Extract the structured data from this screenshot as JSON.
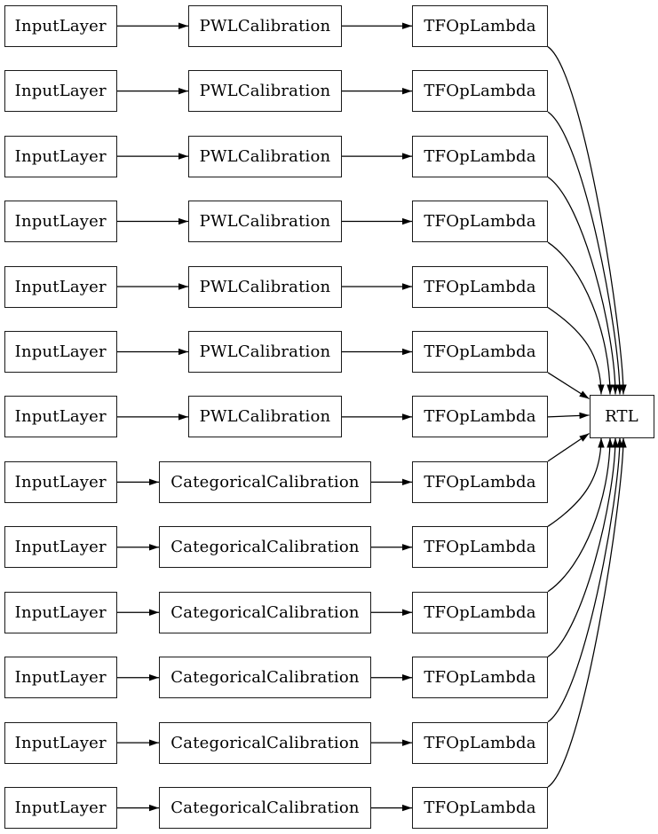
{
  "diagram": {
    "kind": "keras-model-plot",
    "background_color": "#ffffff",
    "edge_color": "#000000",
    "node_border_color": "#1a1a1a",
    "node_fill_color": "#ffffff",
    "text_color": "#000000",
    "rtl_label": "RTL",
    "rows": [
      {
        "input": "InputLayer",
        "calibration": "PWLCalibration",
        "lambda": "TFOpLambda"
      },
      {
        "input": "InputLayer",
        "calibration": "PWLCalibration",
        "lambda": "TFOpLambda"
      },
      {
        "input": "InputLayer",
        "calibration": "PWLCalibration",
        "lambda": "TFOpLambda"
      },
      {
        "input": "InputLayer",
        "calibration": "PWLCalibration",
        "lambda": "TFOpLambda"
      },
      {
        "input": "InputLayer",
        "calibration": "PWLCalibration",
        "lambda": "TFOpLambda"
      },
      {
        "input": "InputLayer",
        "calibration": "PWLCalibration",
        "lambda": "TFOpLambda"
      },
      {
        "input": "InputLayer",
        "calibration": "PWLCalibration",
        "lambda": "TFOpLambda"
      },
      {
        "input": "InputLayer",
        "calibration": "CategoricalCalibration",
        "lambda": "TFOpLambda"
      },
      {
        "input": "InputLayer",
        "calibration": "CategoricalCalibration",
        "lambda": "TFOpLambda"
      },
      {
        "input": "InputLayer",
        "calibration": "CategoricalCalibration",
        "lambda": "TFOpLambda"
      },
      {
        "input": "InputLayer",
        "calibration": "CategoricalCalibration",
        "lambda": "TFOpLambda"
      },
      {
        "input": "InputLayer",
        "calibration": "CategoricalCalibration",
        "lambda": "TFOpLambda"
      },
      {
        "input": "InputLayer",
        "calibration": "CategoricalCalibration",
        "lambda": "TFOpLambda"
      }
    ]
  }
}
